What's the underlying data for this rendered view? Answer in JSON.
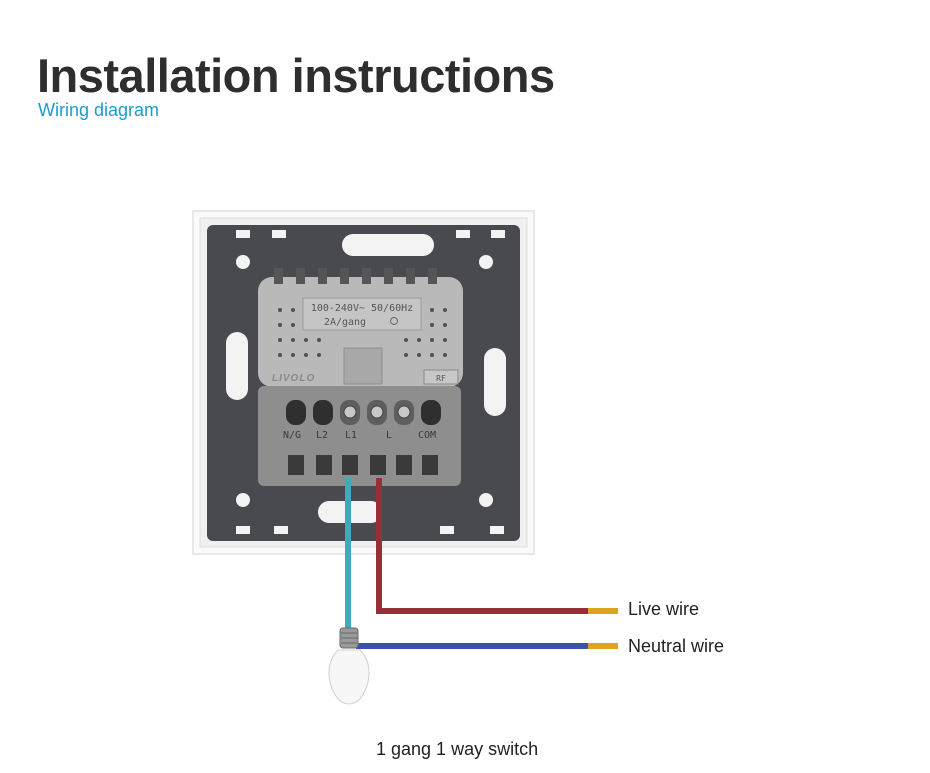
{
  "header": {
    "title": "Installation instructions",
    "subtitle": "Wiring diagram"
  },
  "switch_module": {
    "rating_line1": "100-240V~ 50/60Hz",
    "rating_line2": "2A/gang",
    "brand": "LIVOLO",
    "terminals": [
      "N/G",
      "L2",
      "L1",
      "L",
      "COM"
    ],
    "side_tag": "RF"
  },
  "wires": {
    "live_label": "Live wire",
    "neutral_label": "Neutral wire",
    "colors": {
      "live": "#9b2c3a",
      "neutral": "#3a55a8",
      "load": "#3fa9bd",
      "copper": "#e0a21a"
    }
  },
  "caption": "1 gang 1 way switch"
}
